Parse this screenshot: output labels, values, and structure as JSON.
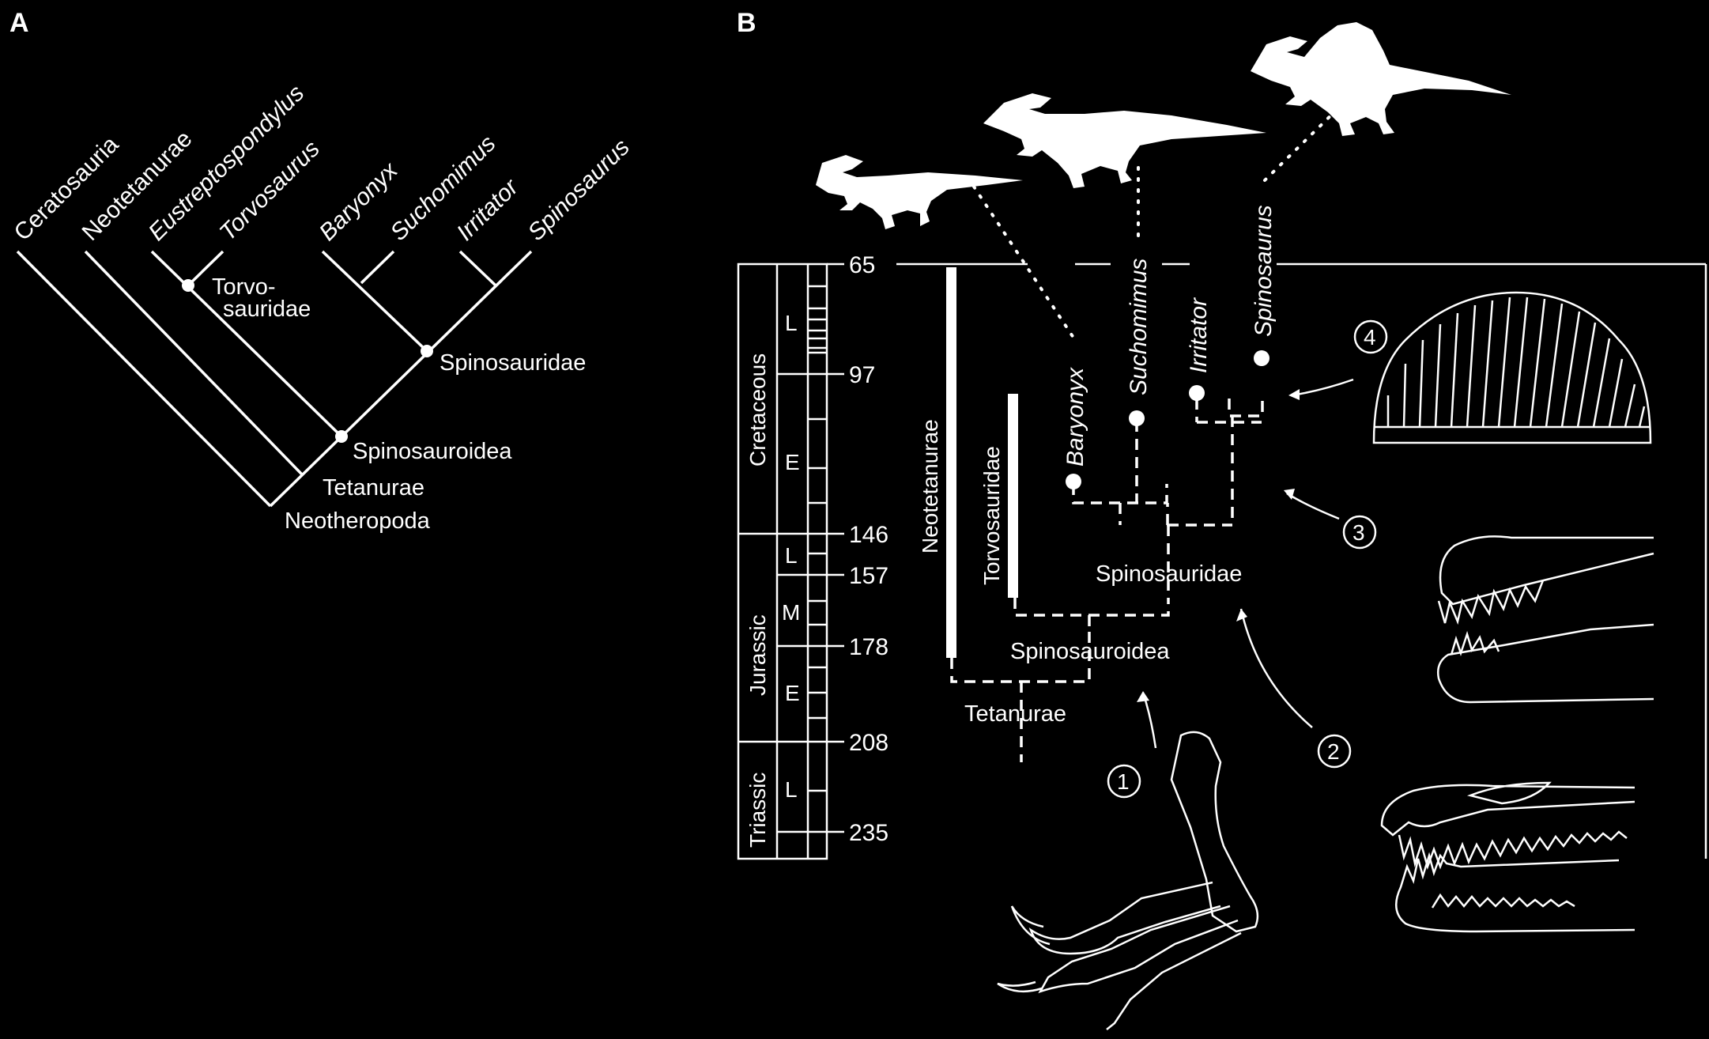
{
  "panel_a": {
    "label": "A",
    "taxa": [
      "Ceratosauria",
      "Neotetanurae",
      "Eustreptospondylus",
      "Torvosaurus",
      "Baryonyx",
      "Suchomimus",
      "Irritator",
      "Spinosaurus"
    ],
    "nodes": {
      "torvo_1": "Torvo-",
      "torvo_2": "sauridae",
      "spinosauridae": "Spinosauridae",
      "spinosauroidea": "Spinosauroidea",
      "tetanurae": "Tetanurae",
      "neotheropoda": "Neotheropoda"
    }
  },
  "panel_b": {
    "label": "B",
    "periods": [
      "Cretaceous",
      "Jurassic",
      "Triassic"
    ],
    "epochs": [
      "L",
      "E",
      "L",
      "M",
      "E",
      "L"
    ],
    "ticks": [
      "65",
      "97",
      "146",
      "157",
      "178",
      "208",
      "235"
    ],
    "range_labels": [
      "Neotetanurae",
      "Torvosauridae"
    ],
    "taxa": [
      "Baryonyx",
      "Suchomimus",
      "Irritator",
      "Spinosaurus"
    ],
    "clades": [
      "Spinosauridae",
      "Spinosauroidea",
      "Tetanurae"
    ],
    "callouts": [
      "1",
      "2",
      "3",
      "4"
    ]
  }
}
